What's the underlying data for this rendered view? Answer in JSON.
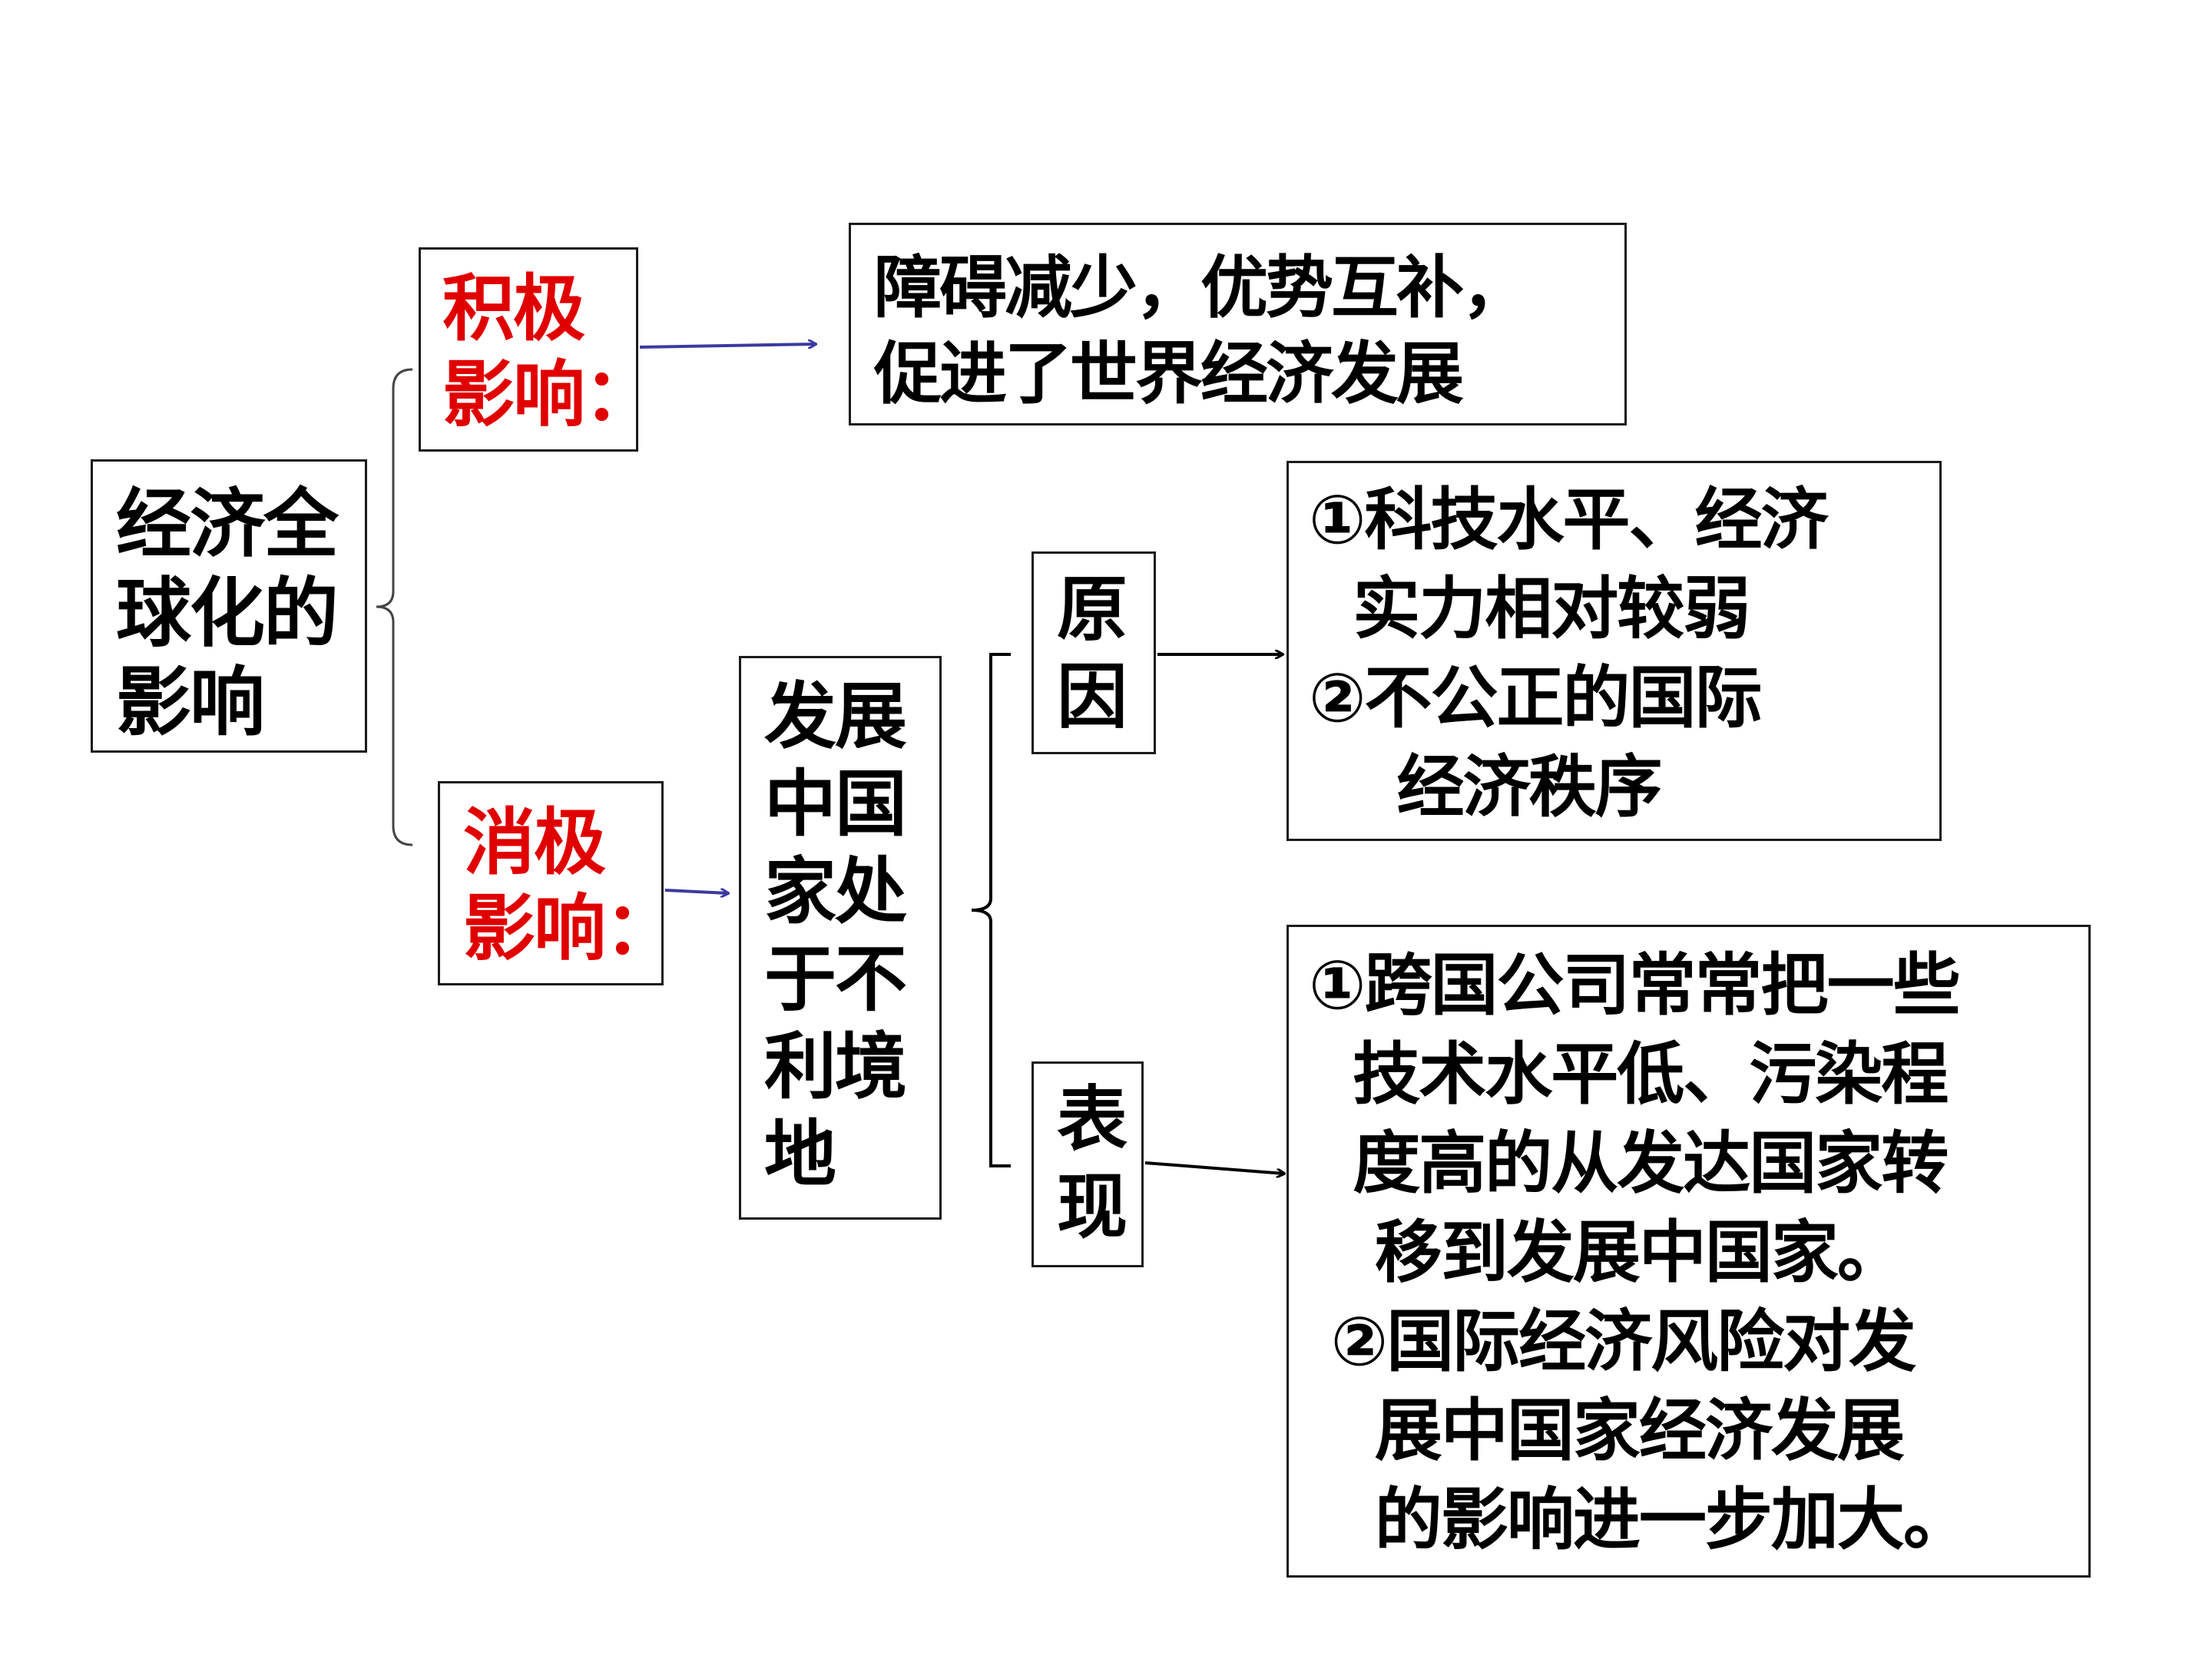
{
  "colors": {
    "emphasis_text": "#e00000",
    "normal_text": "#000000",
    "border": "#1a1a1a",
    "blue_arrow": "#3a3aa0",
    "black_arrow": "#000000",
    "background": "#ffffff"
  },
  "root": {
    "lines": [
      "经济全",
      "球化的",
      "影响"
    ]
  },
  "positive": {
    "lines": [
      "积极",
      "影响："
    ],
    "effect_lines": [
      "障碍减少，优势互补，",
      "促进了世界经济发展"
    ]
  },
  "negative": {
    "lines": [
      "消极",
      "影响："
    ],
    "predicament_lines": [
      "发展",
      "中国",
      "家处",
      "于不",
      "利境",
      "地"
    ],
    "cause": {
      "label_lines": [
        "原",
        "因"
      ],
      "detail_lines": [
        "①科技水平、经济",
        "  实力相对较弱",
        "②不公正的国际",
        "    经济秩序"
      ]
    },
    "manifestation": {
      "label_lines": [
        "表",
        "现"
      ],
      "detail_lines": [
        "①跨国公司常常把一些",
        "  技术水平低、污染程",
        "  度高的从发达国家转",
        "   移到发展中国家。",
        " ②国际经济风险对发",
        "   展中国家经济发展",
        "   的影响进一步加大。"
      ]
    }
  }
}
